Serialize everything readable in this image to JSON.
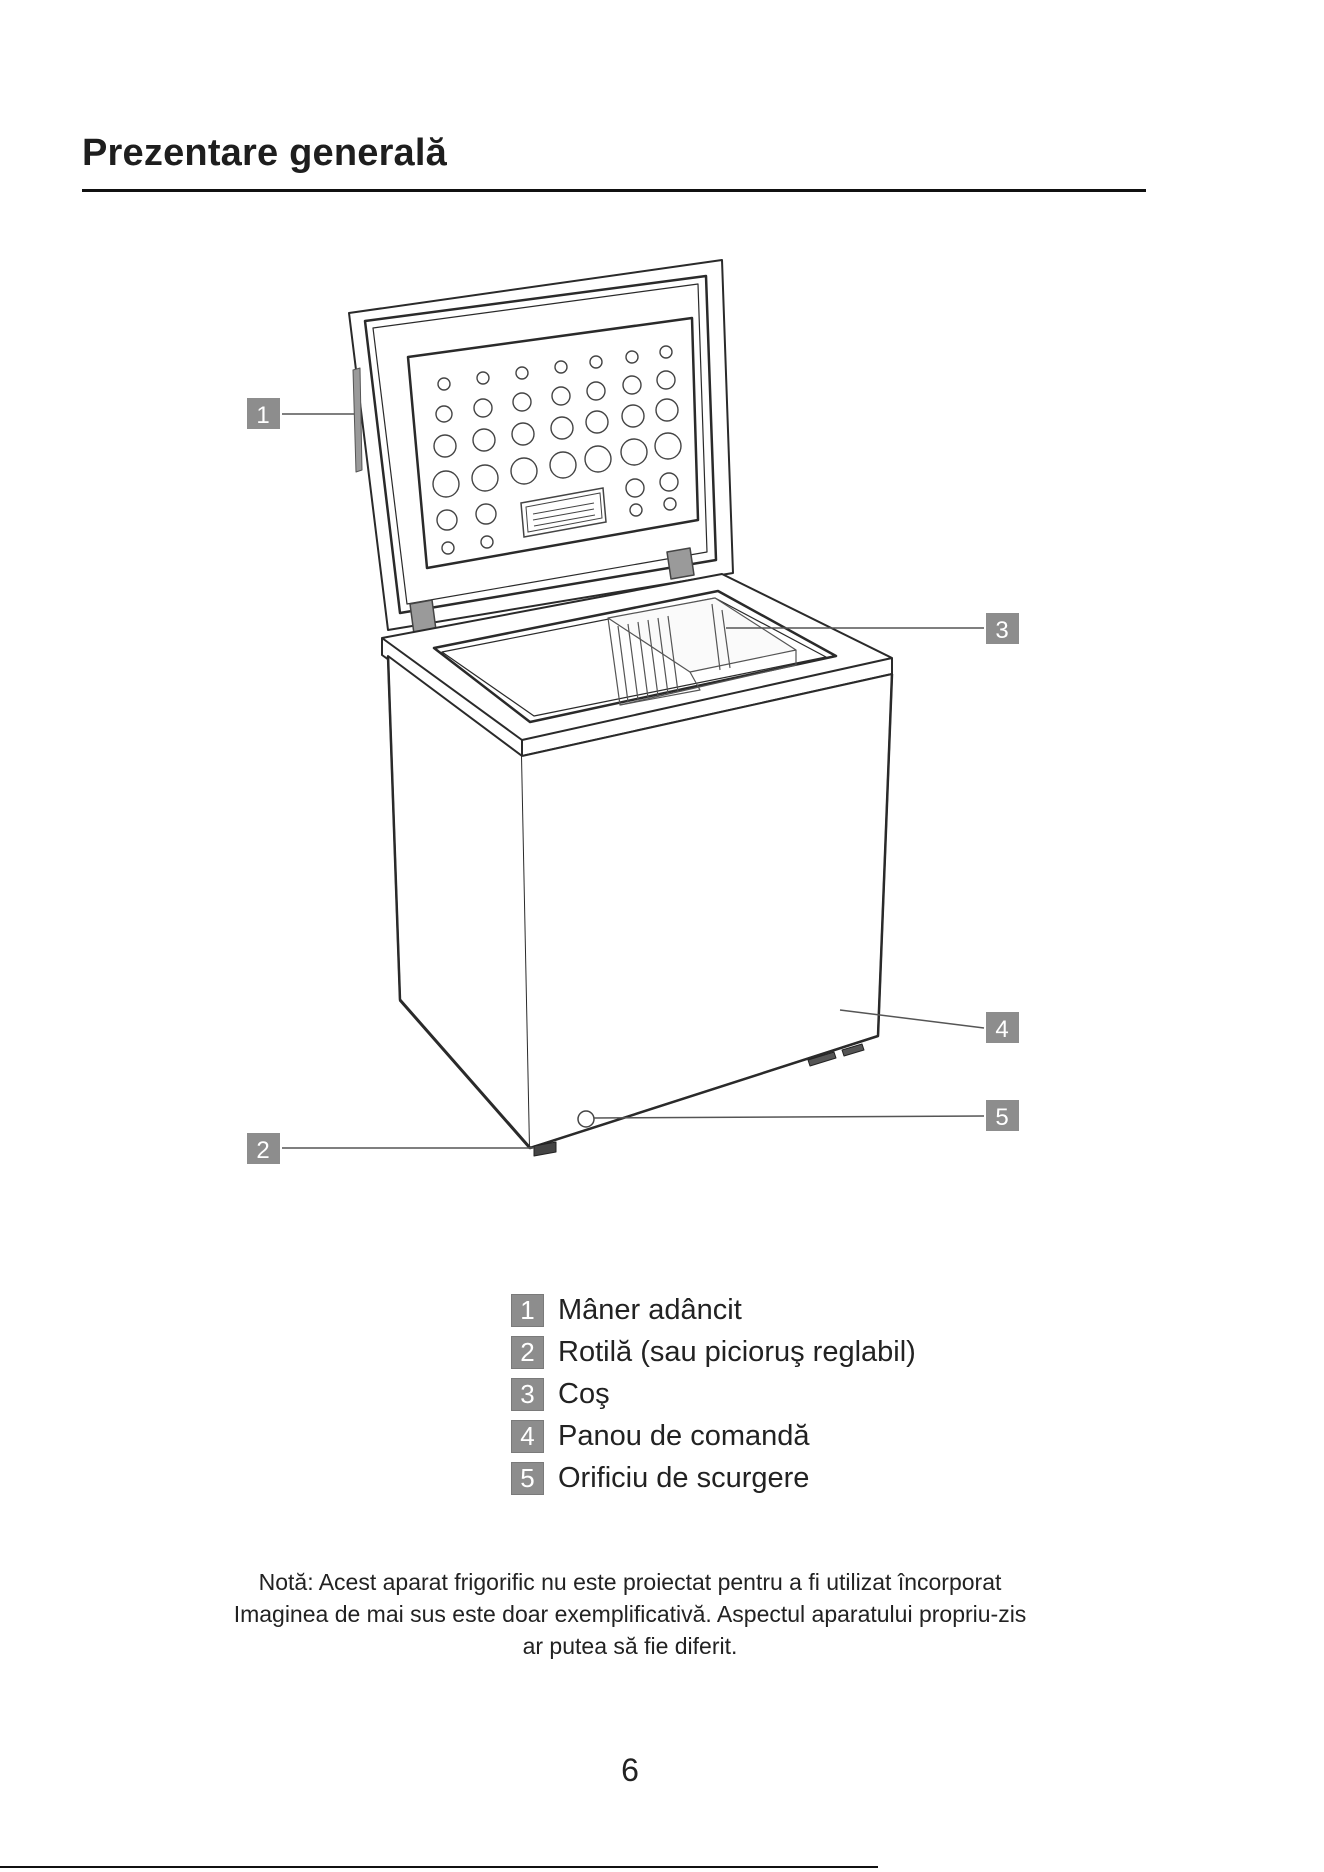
{
  "header": {
    "title": "Prezentare generală"
  },
  "figure": {
    "callouts": [
      "1",
      "2",
      "3",
      "4",
      "5"
    ]
  },
  "legend": [
    {
      "number": "1",
      "label": "Mâner adâncit"
    },
    {
      "number": "2",
      "label": "Rotilă (sau picioruş reglabil)"
    },
    {
      "number": "3",
      "label": "Coş"
    },
    {
      "number": "4",
      "label": "Panou de comandă"
    },
    {
      "number": "5",
      "label": "Orificiu de scurgere"
    }
  ],
  "note": {
    "line1": "Notă: Acest aparat frigorific nu este proiectat pentru a fi utilizat încorporat",
    "line2": "Imaginea de mai sus este doar exemplificativă. Aspectul aparatului propriu-zis",
    "line3": "ar putea să fie diferit."
  },
  "footer": {
    "page_number": "6"
  },
  "colors": {
    "callout_fill": "#8d8d8d",
    "line": "#333333"
  }
}
